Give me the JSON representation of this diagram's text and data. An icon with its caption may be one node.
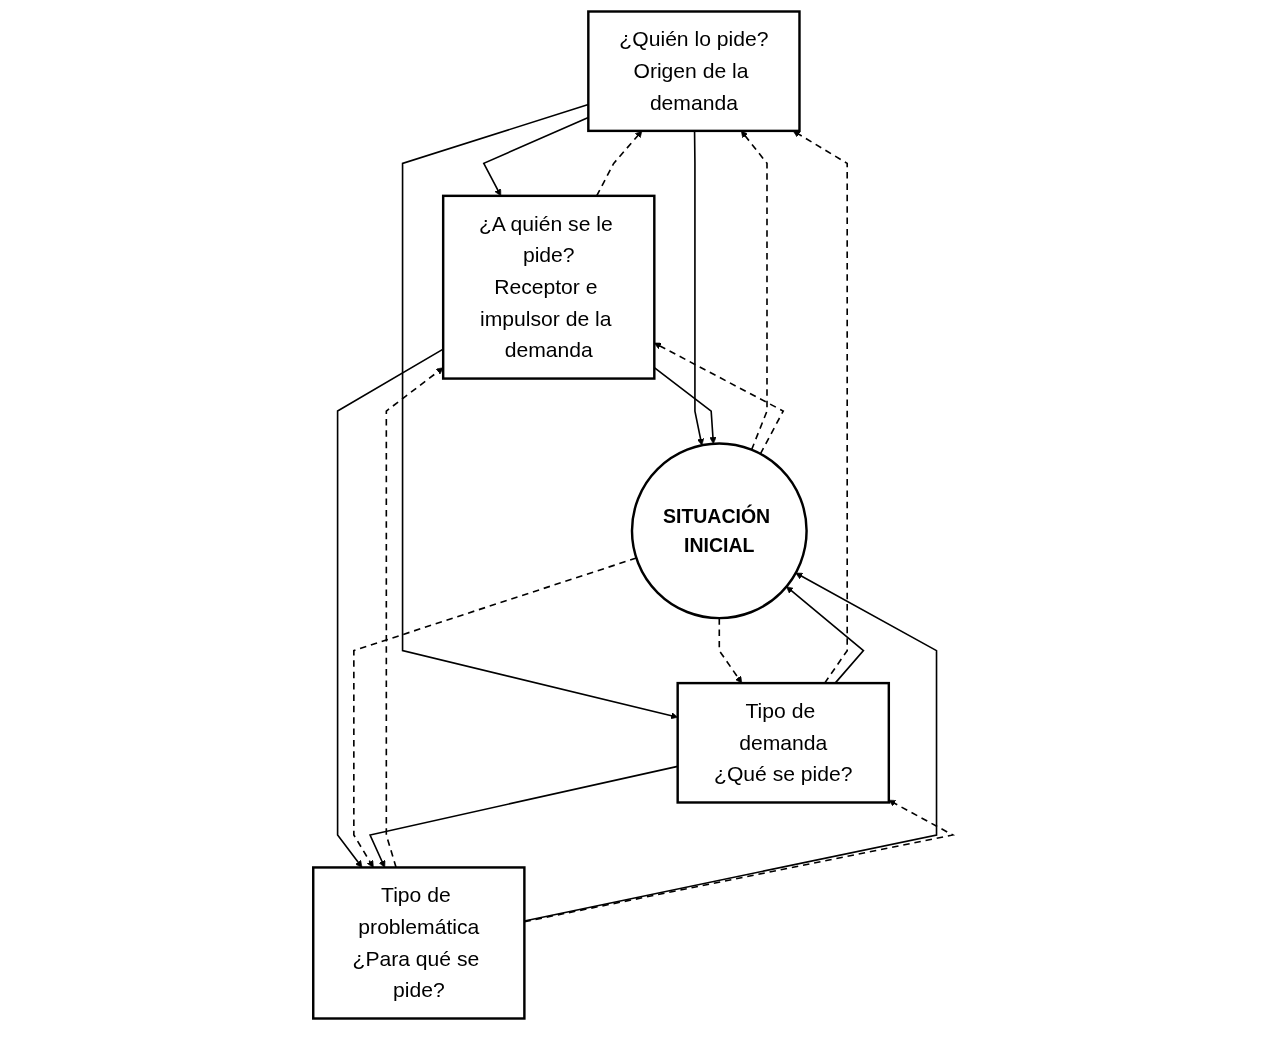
{
  "diagram": {
    "nodes": [
      {
        "text": [
          "¿Quién lo pide?",
          "Origen de la demanda"
        ]
      },
      {
        "text": [
          "¿A quién se le pide?",
          "Receptor e impulsor de la demanda"
        ]
      },
      {
        "text": [
          "SITUACIÓN INICIAL"
        ]
      },
      {
        "text": [
          "Tipo de demanda",
          "¿Qué se pide?"
        ]
      },
      {
        "text": [
          "Tipo de problemática",
          "¿Para qué se pide?"
        ]
      }
    ],
    "edges": [
      {
        "from": 0,
        "to": 1,
        "arrow": "to"
      },
      {
        "from": 1,
        "to": 0,
        "arrow": "to",
        "style": "dashed"
      },
      {
        "from": 0,
        "to": 2,
        "arrow": "to"
      },
      {
        "from": 2,
        "to": 0,
        "arrow": "to",
        "style": "dashed"
      },
      {
        "from": 2,
        "to": 1,
        "arrow": "to",
        "style": "dashed"
      },
      {
        "from": 1,
        "to": 2,
        "arrow": "to"
      },
      {
        "from": 0,
        "to": 3,
        "arrow": "to"
      },
      {
        "from": 3,
        "to": 0,
        "arrow": "to",
        "style": "dashed"
      },
      {
        "from": 1,
        "to": 4,
        "arrow": "to"
      },
      {
        "from": 4,
        "to": 1,
        "arrow": "to",
        "style": "dashed"
      },
      {
        "from": 3,
        "to": 2,
        "arrow": "to"
      },
      {
        "from": 2,
        "to": 3,
        "arrow": "to",
        "style": "dashed"
      },
      {
        "from": 4,
        "to": 2,
        "arrow": "to"
      },
      {
        "from": 2,
        "to": 4,
        "arrow": "to",
        "style": "dashed"
      },
      {
        "from": 4,
        "to": 3,
        "arrow": "to",
        "style": "dashed"
      },
      {
        "from": 3,
        "to": 4,
        "arrow": "to"
      }
    ]
  }
}
